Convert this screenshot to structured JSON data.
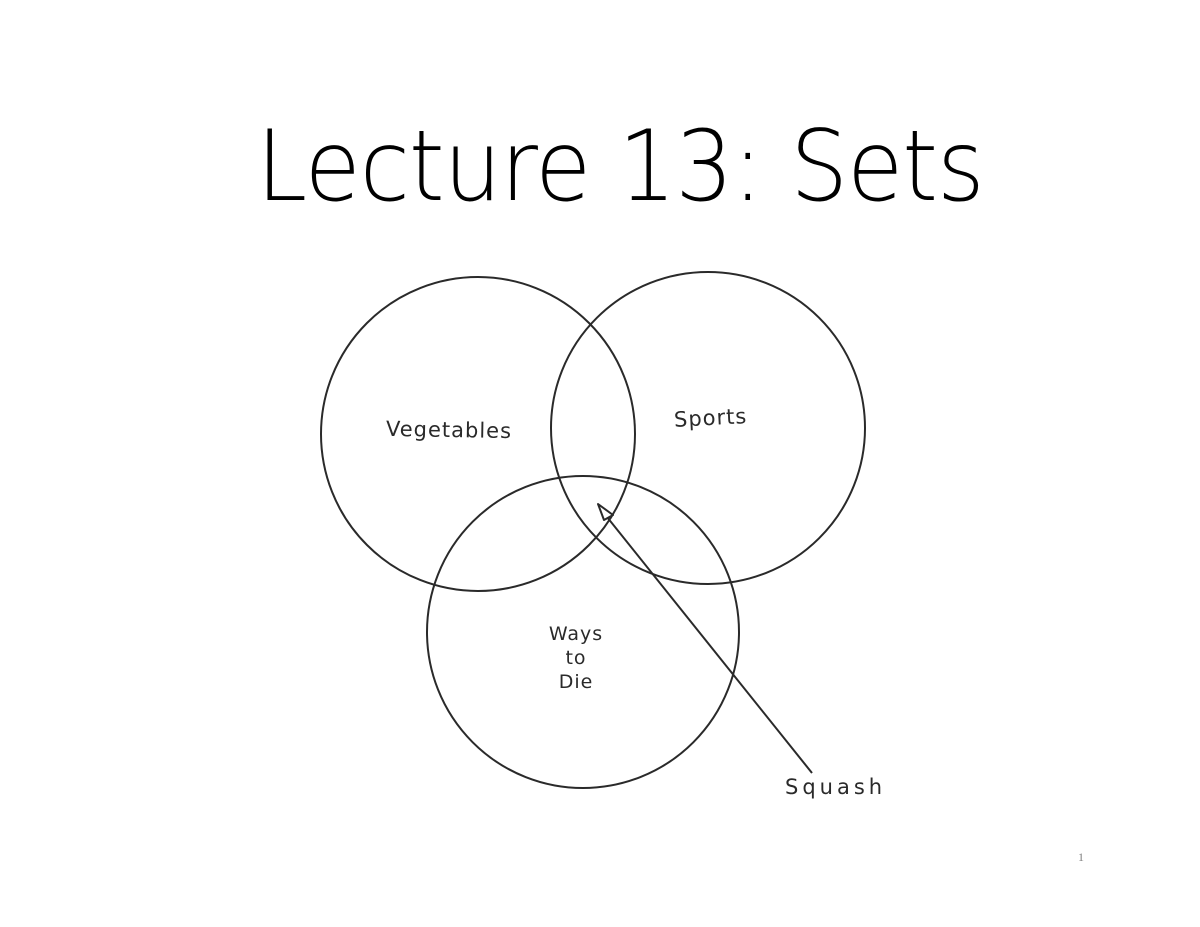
{
  "slide": {
    "title": "Lecture 13: Sets",
    "page_number": "1"
  },
  "diagram": {
    "type": "venn",
    "sets": [
      {
        "id": "vegetables",
        "label": "Vegetables"
      },
      {
        "id": "sports",
        "label": "Sports"
      },
      {
        "id": "ways_to_die",
        "label": "Ways to Die",
        "label_lines": [
          "Ways",
          "to",
          "Die"
        ]
      }
    ],
    "annotation": {
      "label": "Squash",
      "points_to": "intersection of Vegetables, Sports, and Ways to Die"
    }
  },
  "colors": {
    "background": "#ffffff",
    "ink": "#2a2a2a",
    "title": "#000000",
    "page_number": "#808080"
  }
}
